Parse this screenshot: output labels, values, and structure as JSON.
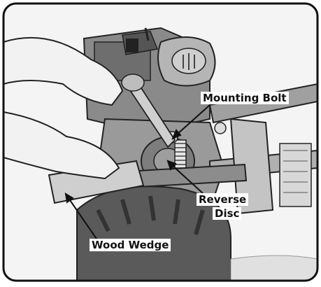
{
  "labels": {
    "mounting_bolt": "Mounting Bolt",
    "reverse_disc_line1": "Reverse",
    "reverse_disc_line2": "Disc",
    "wood_wedge": "Wood Wedge"
  },
  "colors": {
    "frame": "#1a1a1a",
    "metal_dark": "#7a7a7a",
    "metal_mid": "#a8a8a8",
    "metal_light": "#d4d4d4",
    "tire": "#555555",
    "wood": "#c9c9c9"
  }
}
